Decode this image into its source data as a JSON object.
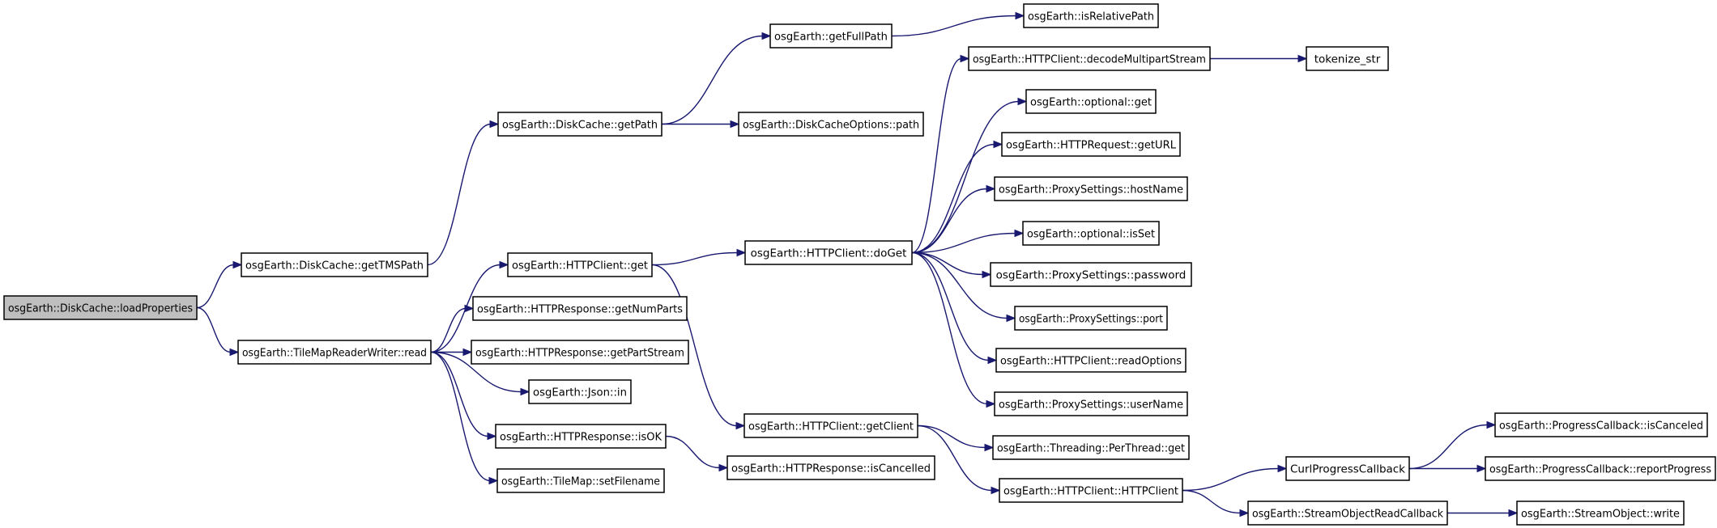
{
  "graph": {
    "edge_color": "#191970",
    "root_fill": "#bfbfbf",
    "node_fill": "#ffffff",
    "nodes": [
      {
        "id": "loadProperties",
        "label": "osgEarth::DiskCache::loadProperties",
        "root": true
      },
      {
        "id": "getTMSPath",
        "label": "osgEarth::DiskCache::getTMSPath"
      },
      {
        "id": "getPath",
        "label": "osgEarth::DiskCache::getPath"
      },
      {
        "id": "getFullPath",
        "label": "osgEarth::getFullPath"
      },
      {
        "id": "isRelativePath",
        "label": "osgEarth::isRelativePath"
      },
      {
        "id": "dcoPath",
        "label": "osgEarth::DiskCacheOptions::path"
      },
      {
        "id": "tmrwRead",
        "label": "osgEarth::TileMapReaderWriter::read"
      },
      {
        "id": "httpGet",
        "label": "osgEarth::HTTPClient::get"
      },
      {
        "id": "getNumParts",
        "label": "osgEarth::HTTPResponse::getNumParts"
      },
      {
        "id": "getPartStream",
        "label": "osgEarth::HTTPResponse::getPartStream"
      },
      {
        "id": "jsonIn",
        "label": "osgEarth::Json::in"
      },
      {
        "id": "isOK",
        "label": "osgEarth::HTTPResponse::isOK"
      },
      {
        "id": "setFilename",
        "label": "osgEarth::TileMap::setFilename"
      },
      {
        "id": "doGet",
        "label": "osgEarth::HTTPClient::doGet"
      },
      {
        "id": "getClient",
        "label": "osgEarth::HTTPClient::getClient"
      },
      {
        "id": "isCancelled",
        "label": "osgEarth::HTTPResponse::isCancelled"
      },
      {
        "id": "decodeMultipart",
        "label": "osgEarth::HTTPClient::decodeMultipartStream"
      },
      {
        "id": "tokenize",
        "label": "tokenize_str"
      },
      {
        "id": "optGet",
        "label": "osgEarth::optional::get"
      },
      {
        "id": "getURL",
        "label": "osgEarth::HTTPRequest::getURL"
      },
      {
        "id": "hostName",
        "label": "osgEarth::ProxySettings::hostName"
      },
      {
        "id": "isSet",
        "label": "osgEarth::optional::isSet"
      },
      {
        "id": "password",
        "label": "osgEarth::ProxySettings::password"
      },
      {
        "id": "port",
        "label": "osgEarth::ProxySettings::port"
      },
      {
        "id": "readOptions",
        "label": "osgEarth::HTTPClient::readOptions"
      },
      {
        "id": "userName",
        "label": "osgEarth::ProxySettings::userName"
      },
      {
        "id": "perThreadGet",
        "label": "osgEarth::Threading::PerThread::get"
      },
      {
        "id": "httpClientCtor",
        "label": "osgEarth::HTTPClient::HTTPClient"
      },
      {
        "id": "curlProgress",
        "label": "CurlProgressCallback"
      },
      {
        "id": "streamReadCb",
        "label": "osgEarth::StreamObjectReadCallback"
      },
      {
        "id": "pcIsCanceled",
        "label": "osgEarth::ProgressCallback::isCanceled"
      },
      {
        "id": "pcReportProgress",
        "label": "osgEarth::ProgressCallback::reportProgress"
      },
      {
        "id": "soWrite",
        "label": "osgEarth::StreamObject::write"
      }
    ],
    "edges": [
      [
        "loadProperties",
        "getTMSPath"
      ],
      [
        "loadProperties",
        "tmrwRead"
      ],
      [
        "getTMSPath",
        "getPath"
      ],
      [
        "getPath",
        "getFullPath"
      ],
      [
        "getPath",
        "dcoPath"
      ],
      [
        "getFullPath",
        "isRelativePath"
      ],
      [
        "tmrwRead",
        "httpGet"
      ],
      [
        "tmrwRead",
        "getNumParts"
      ],
      [
        "tmrwRead",
        "getPartStream"
      ],
      [
        "tmrwRead",
        "jsonIn"
      ],
      [
        "tmrwRead",
        "isOK"
      ],
      [
        "tmrwRead",
        "setFilename"
      ],
      [
        "httpGet",
        "doGet"
      ],
      [
        "httpGet",
        "getClient"
      ],
      [
        "isOK",
        "isCancelled"
      ],
      [
        "doGet",
        "decodeMultipart"
      ],
      [
        "doGet",
        "optGet"
      ],
      [
        "doGet",
        "getURL"
      ],
      [
        "doGet",
        "hostName"
      ],
      [
        "doGet",
        "isSet"
      ],
      [
        "doGet",
        "password"
      ],
      [
        "doGet",
        "port"
      ],
      [
        "doGet",
        "readOptions"
      ],
      [
        "doGet",
        "userName"
      ],
      [
        "decodeMultipart",
        "tokenize"
      ],
      [
        "getClient",
        "perThreadGet"
      ],
      [
        "getClient",
        "httpClientCtor"
      ],
      [
        "httpClientCtor",
        "curlProgress"
      ],
      [
        "httpClientCtor",
        "streamReadCb"
      ],
      [
        "curlProgress",
        "pcIsCanceled"
      ],
      [
        "curlProgress",
        "pcReportProgress"
      ],
      [
        "streamReadCb",
        "soWrite"
      ]
    ]
  }
}
